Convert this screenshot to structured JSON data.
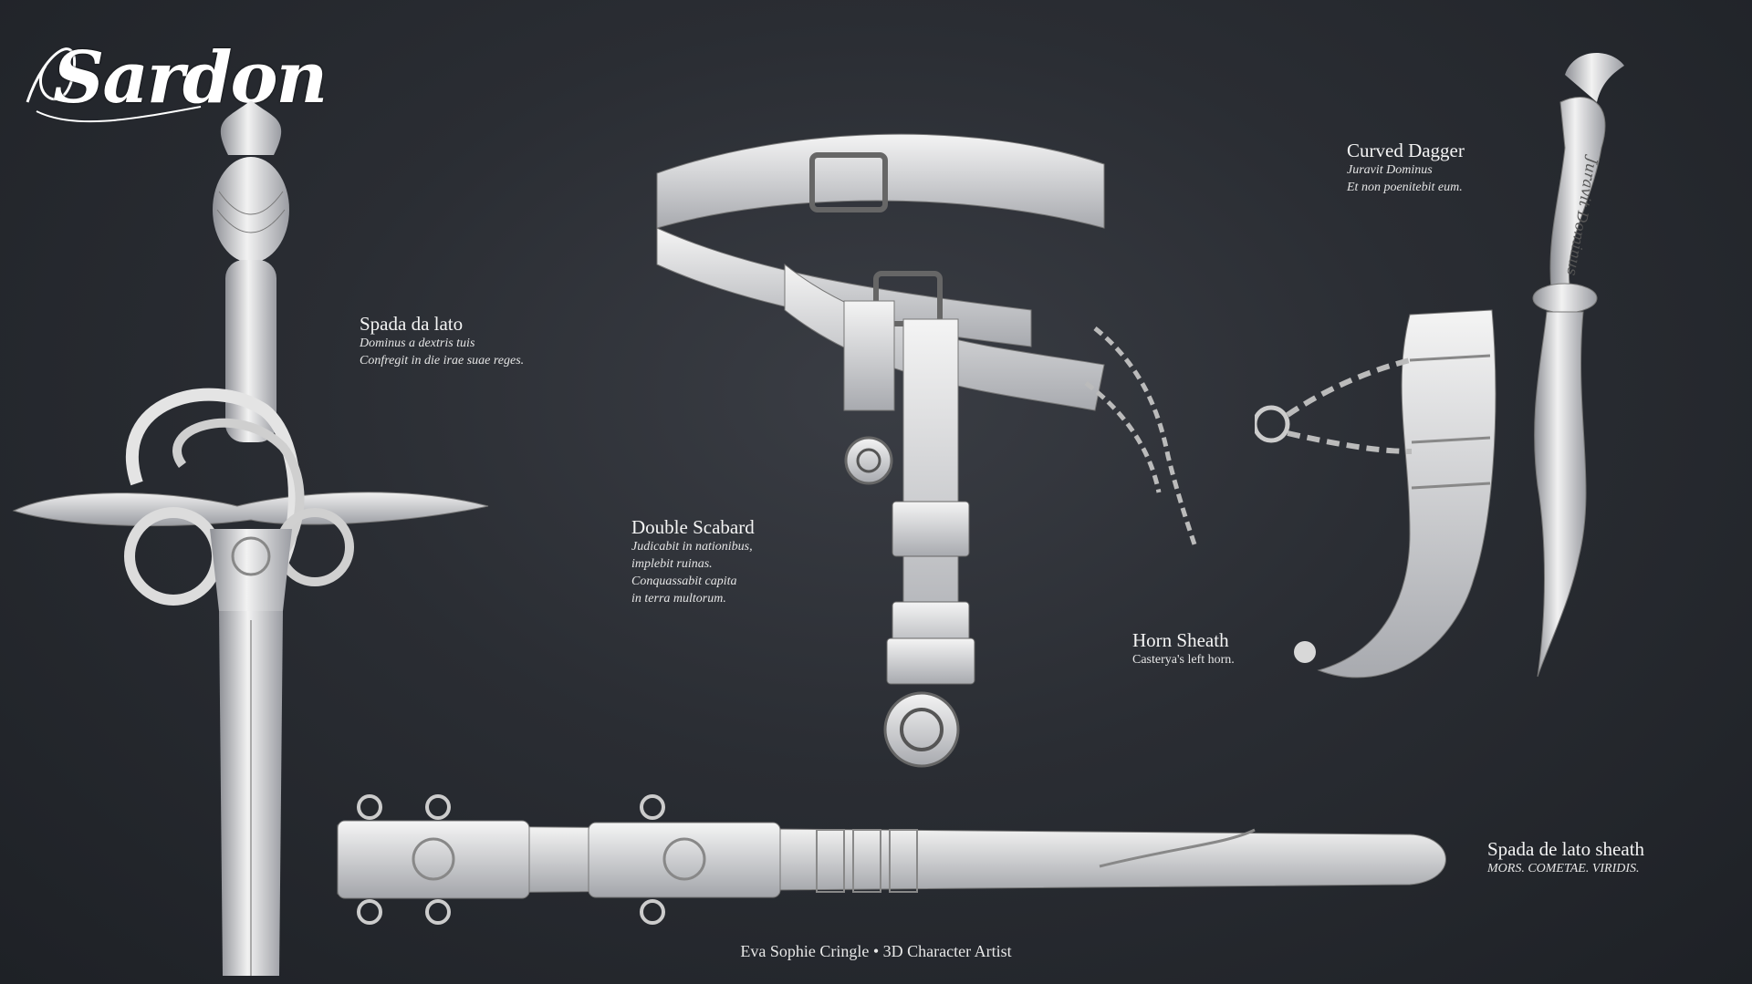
{
  "logo": {
    "text": "Sardon"
  },
  "items": [
    {
      "title": "Spada da lato",
      "lines": [
        "Dominus a dextris tuis",
        "Confregit in die irae suae reges."
      ]
    },
    {
      "title": "Double Scabard",
      "lines": [
        "Judicabit in nationibus,",
        "implebit ruinas.",
        "Conquassabit capita",
        "in terra multorum."
      ]
    },
    {
      "title": "Curved Dagger",
      "lines": [
        "Juravit Dominus",
        "Et non poenitebit eum."
      ]
    },
    {
      "title": "Horn Sheath",
      "lines": [
        "Casterya's left horn."
      ]
    },
    {
      "title": "Spada de lato sheath",
      "lines": [
        "MORS. COMETAE. VIRIDIS."
      ]
    }
  ],
  "dagger_engraving": "Juravit Dominus",
  "footer": "Eva Sophie Cringle • 3D Character Artist",
  "colors": {
    "background": "#2a2d33",
    "model": "#d9d9d9",
    "text": "#f2f2f2"
  }
}
